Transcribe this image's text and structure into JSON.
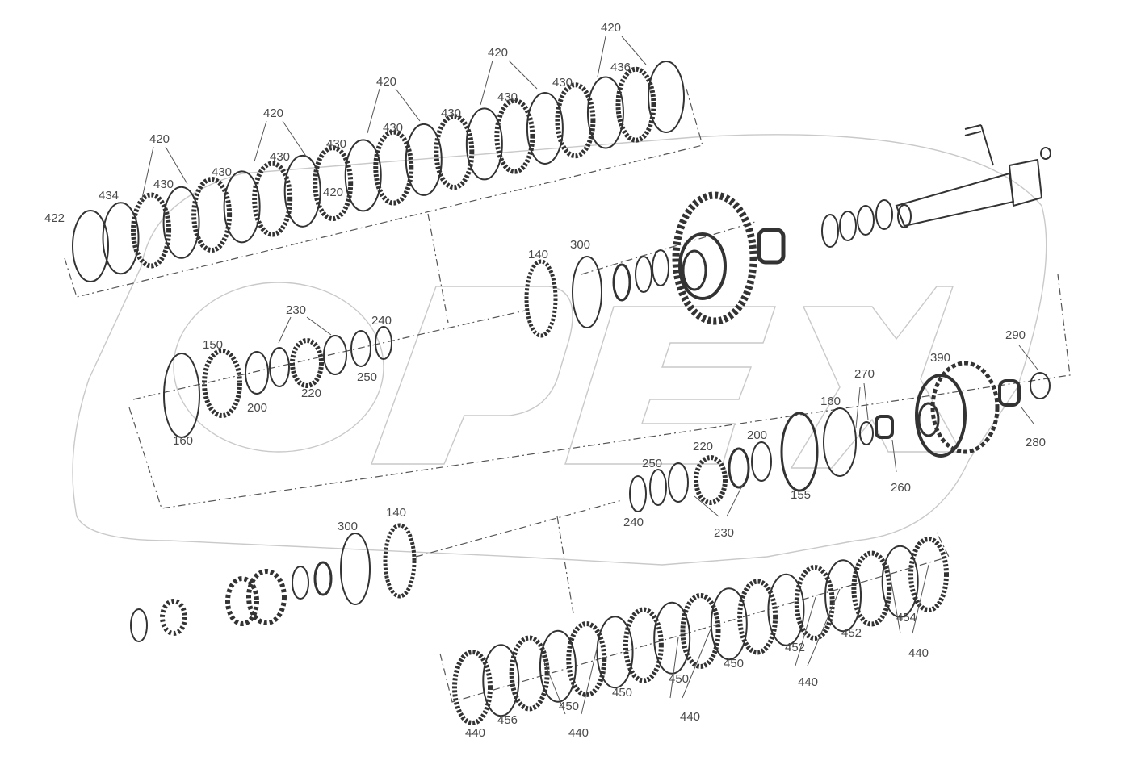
{
  "watermark": {
    "text": "PEX"
  },
  "callouts": [
    {
      "id": "c1",
      "text": "420"
    },
    {
      "id": "c2",
      "text": "420"
    },
    {
      "id": "c3",
      "text": "420"
    },
    {
      "id": "c4",
      "text": "420"
    },
    {
      "id": "c5",
      "text": "420"
    },
    {
      "id": "c6",
      "text": "420"
    },
    {
      "id": "c7",
      "text": "422"
    },
    {
      "id": "c8",
      "text": "434"
    },
    {
      "id": "c9",
      "text": "430"
    },
    {
      "id": "c10",
      "text": "430"
    },
    {
      "id": "c11",
      "text": "430"
    },
    {
      "id": "c12",
      "text": "430"
    },
    {
      "id": "c13",
      "text": "430"
    },
    {
      "id": "c14",
      "text": "430"
    },
    {
      "id": "c15",
      "text": "430"
    },
    {
      "id": "c16",
      "text": "430"
    },
    {
      "id": "c17",
      "text": "436"
    },
    {
      "id": "c18",
      "text": "140"
    },
    {
      "id": "c19",
      "text": "300"
    },
    {
      "id": "c20",
      "text": "230"
    },
    {
      "id": "c21",
      "text": "240"
    },
    {
      "id": "c22",
      "text": "150"
    },
    {
      "id": "c23",
      "text": "250"
    },
    {
      "id": "c24",
      "text": "220"
    },
    {
      "id": "c25",
      "text": "200"
    },
    {
      "id": "c26",
      "text": "160"
    },
    {
      "id": "c27",
      "text": "290"
    },
    {
      "id": "c28",
      "text": "390"
    },
    {
      "id": "c29",
      "text": "270"
    },
    {
      "id": "c30",
      "text": "160"
    },
    {
      "id": "c31",
      "text": "280"
    },
    {
      "id": "c32",
      "text": "260"
    },
    {
      "id": "c33",
      "text": "220"
    },
    {
      "id": "c34",
      "text": "200"
    },
    {
      "id": "c35",
      "text": "250"
    },
    {
      "id": "c36",
      "text": "155"
    },
    {
      "id": "c37",
      "text": "240"
    },
    {
      "id": "c38",
      "text": "230"
    },
    {
      "id": "c39",
      "text": "300"
    },
    {
      "id": "c40",
      "text": "140"
    },
    {
      "id": "c41",
      "text": "454"
    },
    {
      "id": "c42",
      "text": "452"
    },
    {
      "id": "c43",
      "text": "452"
    },
    {
      "id": "c44",
      "text": "440"
    },
    {
      "id": "c45",
      "text": "440"
    },
    {
      "id": "c46",
      "text": "450"
    },
    {
      "id": "c47",
      "text": "450"
    },
    {
      "id": "c48",
      "text": "450"
    },
    {
      "id": "c49",
      "text": "440"
    },
    {
      "id": "c50",
      "text": "450"
    },
    {
      "id": "c51",
      "text": "440"
    },
    {
      "id": "c52",
      "text": "456"
    },
    {
      "id": "c53",
      "text": "440"
    }
  ]
}
